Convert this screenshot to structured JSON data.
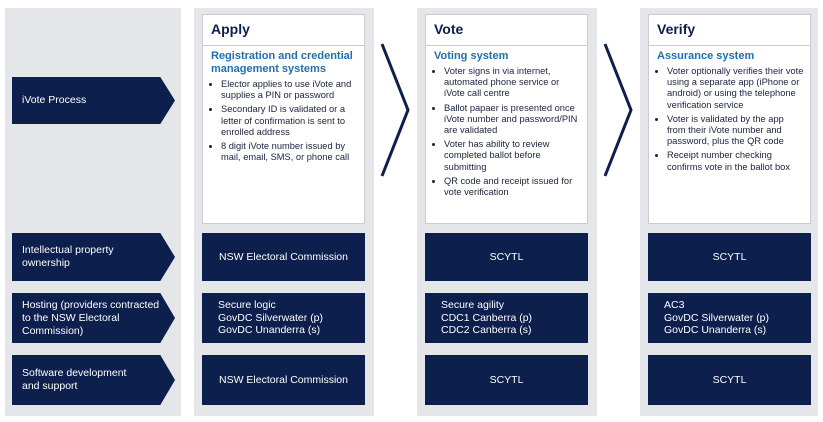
{
  "row_labels": {
    "process": "iVote Process",
    "ip": "Intellectual property ownership",
    "hosting": "Hosting (providers contracted to the NSW Electoral Commission)",
    "software": "Software development and support"
  },
  "columns": [
    {
      "title": "Apply",
      "subtitle": "Registration and credential management systems",
      "bullets": [
        "Elector applies to use iVote and supplies a PIN or password",
        "Secondary ID is validated or a letter of confirmation is sent to enrolled address",
        "8 digit iVote number issued by mail, email, SMS, or phone call"
      ],
      "ip": "NSW Electoral Commission",
      "hosting": [
        "Secure logic",
        "GovDC Silverwater (p)",
        "GovDC Unanderra (s)"
      ],
      "software": "NSW Electoral Commission"
    },
    {
      "title": "Vote",
      "subtitle": "Voting system",
      "bullets": [
        "Voter signs in via internet, automated phone service or iVote call centre",
        "Ballot papaer is presented once iVote number and password/PIN are validated",
        "Voter has ability to review completed ballot before submitting",
        "QR code and receipt issued for vote verification"
      ],
      "ip": "SCYTL",
      "hosting": [
        "Secure agility",
        "CDC1 Canberra (p)",
        "CDC2 Canberra (s)"
      ],
      "software": "SCYTL"
    },
    {
      "title": "Verify",
      "subtitle": "Assurance system",
      "bullets": [
        "Voter optionally verifies their vote using a separate app (iPhone or android) or using the telephone verification service",
        "Voter is validated by the app from their iVote number and password, plus the QR code",
        "Receipt number checking confirms vote in the ballot box"
      ],
      "ip": "SCYTL",
      "hosting": [
        "AC3",
        "GovDC Silverwater (p)",
        "GovDC Unanderra (s)"
      ],
      "software": "SCYTL"
    }
  ],
  "colors": {
    "navy": "#0d1f4d",
    "accent": "#1f6fb3",
    "background": "#e4e6ea"
  },
  "icons": {
    "connector": "chevron-right-icon"
  }
}
